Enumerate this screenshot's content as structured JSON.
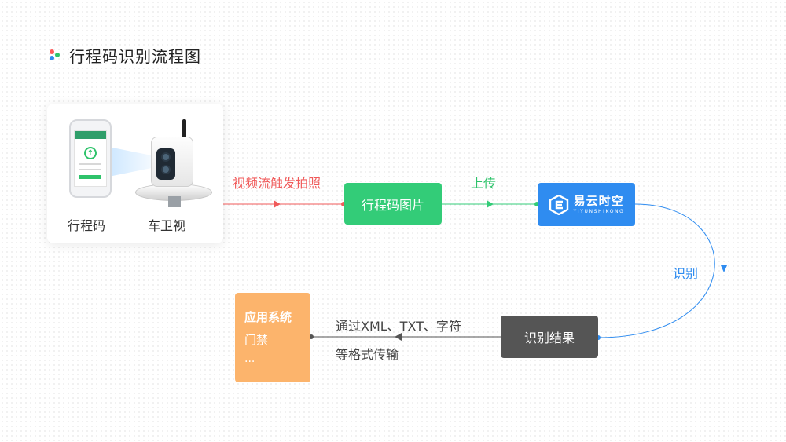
{
  "title": "行程码识别流程图",
  "colors": {
    "red": "#f05a5a",
    "green": "#33cc78",
    "blue": "#2f8cf0",
    "gray": "#555555",
    "orange": "#fcb46c"
  },
  "devices": {
    "phone_label": "行程码",
    "camera_label": "车卫视"
  },
  "links": {
    "capture": "视频流触发拍照",
    "upload": "上传",
    "recognize": "识别",
    "transfer_line1": "通过XML、TXT、字符",
    "transfer_line2": "等格式传输"
  },
  "nodes": {
    "code_image": "行程码图片",
    "platform_cn": "易云时空",
    "platform_en": "YIYUNSHIKONG",
    "result": "识别结果"
  },
  "app": {
    "title": "应用系统",
    "item": "门禁",
    "more": "..."
  }
}
